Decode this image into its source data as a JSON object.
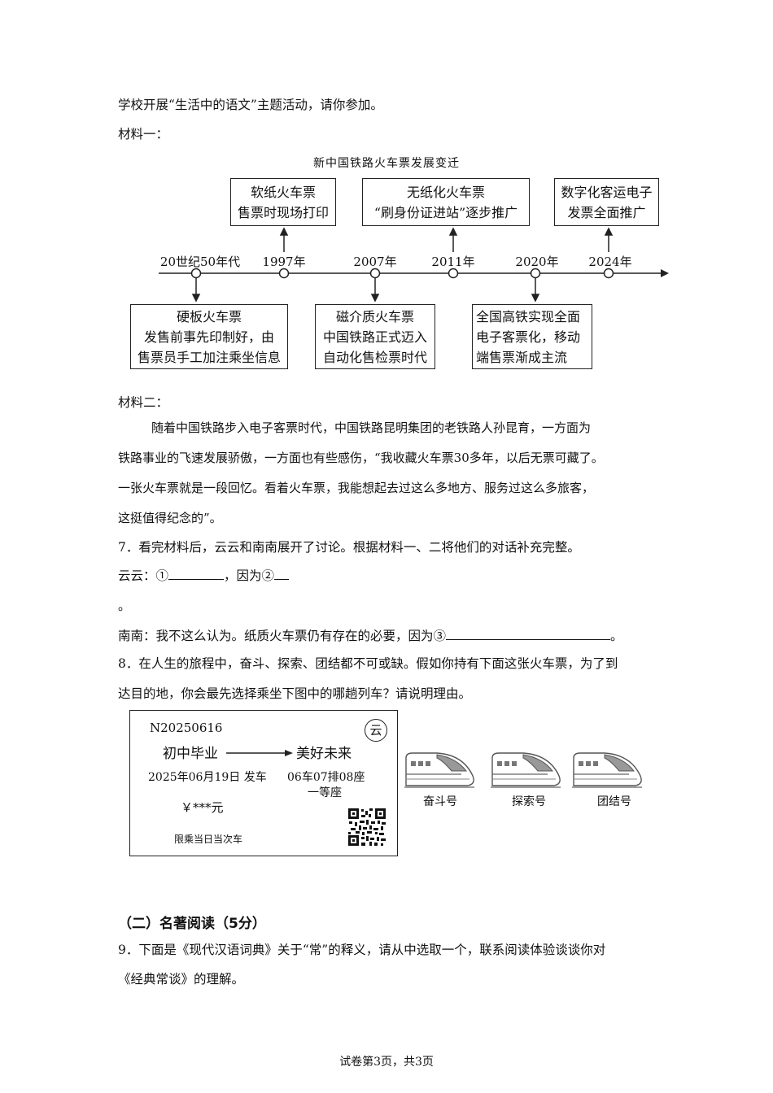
{
  "intro": "学校开展“生活中的语文”主题活动，请你参加。",
  "material1_label": "材料一：",
  "timeline": {
    "title": "新中国铁路火车票发展变迁",
    "years": [
      "20世纪50年代",
      "1997年",
      "2007年",
      "2011年",
      "2020年",
      "2024年"
    ],
    "top_boxes": [
      {
        "lines": [
          "软纸火车票",
          "售票时现场打印"
        ]
      },
      {
        "lines": [
          "无纸化火车票",
          "“刷身份证进站”逐步推广"
        ]
      },
      {
        "lines": [
          "数字化客运电子",
          "发票全面推广"
        ]
      }
    ],
    "bottom_boxes": [
      {
        "lines": [
          "硬板火车票",
          "发售前事先印制好，由",
          "售票员手工加注乘坐信息"
        ]
      },
      {
        "lines": [
          "磁介质火车票",
          "中国铁路正式迈入",
          "自动化售检票时代"
        ]
      },
      {
        "lines": [
          "全国高铁实现全面",
          "电子客票化，移动",
          "端售票渐成主流"
        ]
      }
    ]
  },
  "material2_label": "材料二：",
  "material2_lines": [
    "随着中国铁路步入电子客票时代，中国铁路昆明集团的老铁路人孙昆育，一方面为",
    "铁路事业的飞速发展骄傲，一方面也有些感伤，“我收藏火车票30多年，以后无票可藏了。",
    "一张火车票就是一段回忆。看着火车票，我能想起去过这么多地方、服务过这么多旅客，",
    "这挺值得纪念的”。"
  ],
  "q7": {
    "text": "7．看完材料后，云云和南南展开了讨论。根据材料一、二将他们的对话补充完整。",
    "yunyun_a": "云云：①",
    "yunyun_b": "，因为②",
    "period": "。",
    "nannan": "南南：我不这么认为。纸质火车票仍有存在的必要，因为③",
    "nannan_end": "。"
  },
  "q8": {
    "line1": "8．在人生的旅程中，奋斗、探索、团结都不可或缺。假如你持有下面这张火车票，为了到",
    "line2": "达目的地，你会最先选择乘坐下图中的哪趟列车？请说明理由。"
  },
  "ticket": {
    "number": "N20250616",
    "stamp": "云",
    "from": "初中毕业",
    "to": "美好未来",
    "date": "2025年06月19日  发车",
    "seat": "06车07排08座",
    "class": "一等座",
    "price": "￥***元",
    "note": "限乘当日当次车"
  },
  "trains": [
    "奋斗号",
    "探索号",
    "团结号"
  ],
  "section2": "（二）名著阅读（5分）",
  "q9": {
    "line1": "9．下面是《现代汉语词典》关于“常”的释义，请从中选取一个，联系阅读体验谈谈你对",
    "line2": "《经典常谈》的理解。"
  },
  "footer": "试卷第3页，共3页"
}
